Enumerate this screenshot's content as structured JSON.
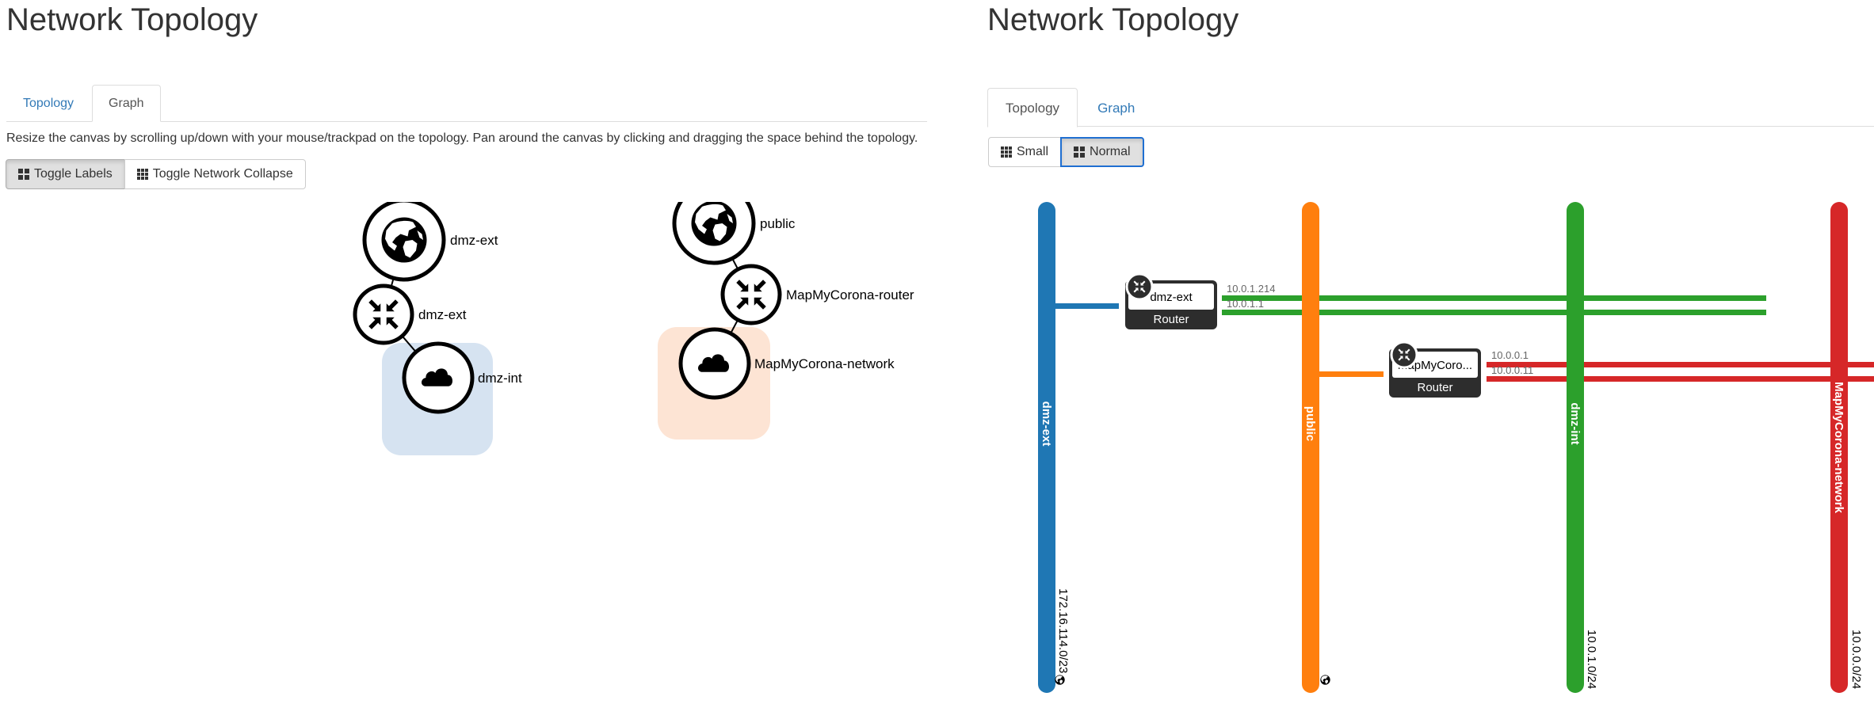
{
  "left": {
    "title": "Network Topology",
    "tabs": [
      {
        "label": "Topology",
        "active": false
      },
      {
        "label": "Graph",
        "active": true
      }
    ],
    "help_text": "Resize the canvas by scrolling up/down with your mouse/trackpad on the topology. Pan around the canvas by clicking and dragging the space behind the topology.",
    "buttons": {
      "toggle_labels": "Toggle Labels",
      "toggle_collapse": "Toggle Network Collapse"
    },
    "graph": {
      "nodes": {
        "dmz_ext_net": {
          "label": "dmz-ext",
          "icon": "globe-icon"
        },
        "dmz_ext_router": {
          "label": "dmz-ext",
          "icon": "router-icon"
        },
        "dmz_int_net": {
          "label": "dmz-int",
          "icon": "cloud-icon"
        },
        "public_net": {
          "label": "public",
          "icon": "globe-icon"
        },
        "mmc_router": {
          "label": "MapMyCorona-router",
          "icon": "router-icon"
        },
        "mmc_net": {
          "label": "MapMyCorona-network",
          "icon": "cloud-icon"
        }
      },
      "colors": {
        "dmz_int_bg": "#d6e3f1",
        "mmc_net_bg": "#fde4d4"
      }
    }
  },
  "right": {
    "title": "Network Topology",
    "tabs": [
      {
        "label": "Topology",
        "active": true
      },
      {
        "label": "Graph",
        "active": false
      }
    ],
    "buttons": {
      "small": "Small",
      "normal": "Normal"
    },
    "networks": [
      {
        "name": "dmz-ext",
        "cidr": "172.16.114.0/23",
        "color": "#1f77b4",
        "external": true
      },
      {
        "name": "public",
        "cidr": "",
        "color": "#ff7f0e",
        "external": true
      },
      {
        "name": "dmz-int",
        "cidr": "10.0.1.0/24",
        "color": "#2ca02c",
        "external": false
      },
      {
        "name": "MapMyCorona-network",
        "cidr": "10.0.0.0/24",
        "color": "#d62728",
        "external": false
      }
    ],
    "routers": [
      {
        "name": "dmz-ext",
        "type": "Router",
        "ips": [
          "10.0.1.214",
          "10.0.1.1"
        ]
      },
      {
        "name": "MapMyCoro...",
        "type": "Router",
        "ips": [
          "10.0.0.1",
          "10.0.0.11"
        ]
      }
    ]
  }
}
